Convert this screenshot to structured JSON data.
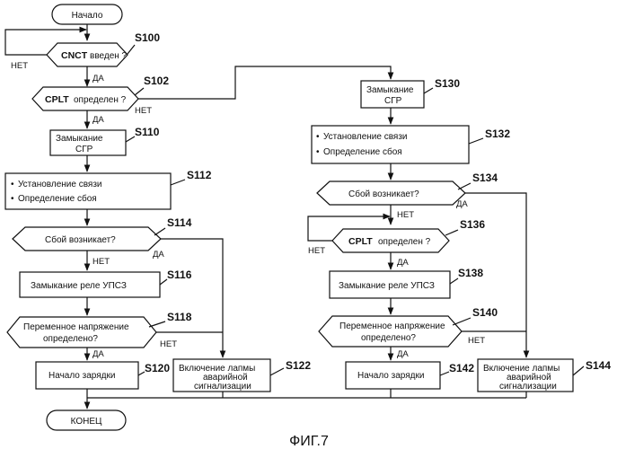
{
  "caption": "ФИГ.7",
  "terminals": {
    "start": "Начало",
    "end": "КОНЕЦ"
  },
  "labels": {
    "yes": "ДА",
    "no": "НЕТ"
  },
  "left": {
    "s100": {
      "id": "S100",
      "code": "CNCT",
      "text": "введен ?"
    },
    "s102": {
      "id": "S102",
      "code": "CPLT",
      "text": "определен ?"
    },
    "s110": {
      "id": "S110",
      "line1": "Замыкание",
      "line2": "СГР"
    },
    "s112": {
      "id": "S112",
      "line1": "Установление связи",
      "line2": "Определение сбоя"
    },
    "s114": {
      "id": "S114",
      "text": "Сбой возникает?"
    },
    "s116": {
      "id": "S116",
      "text": "Замыкание реле УПСЗ"
    },
    "s118": {
      "id": "S118",
      "line1": "Переменное напряжение",
      "line2": "определено?"
    },
    "s120": {
      "id": "S120",
      "text": "Начало зарядки"
    },
    "s122": {
      "id": "S122",
      "line1": "Включение лапмы",
      "line2": "аварийной",
      "line3": "сигнализации"
    }
  },
  "right": {
    "s130": {
      "id": "S130",
      "line1": "Замыкание",
      "line2": "СГР"
    },
    "s132": {
      "id": "S132",
      "line1": "Установление связи",
      "line2": "Определение сбоя"
    },
    "s134": {
      "id": "S134",
      "text": "Сбой возникает?"
    },
    "s136": {
      "id": "S136",
      "code": "CPLT",
      "text": "определен ?"
    },
    "s138": {
      "id": "S138",
      "text": "Замыкание реле УПСЗ"
    },
    "s140": {
      "id": "S140",
      "line1": "Переменное напряжение",
      "line2": "определено?"
    },
    "s142": {
      "id": "S142",
      "text": "Начало зарядки"
    },
    "s144": {
      "id": "S144",
      "line1": "Включение лапмы",
      "line2": "аварийной",
      "line3": "сигнализации"
    }
  }
}
